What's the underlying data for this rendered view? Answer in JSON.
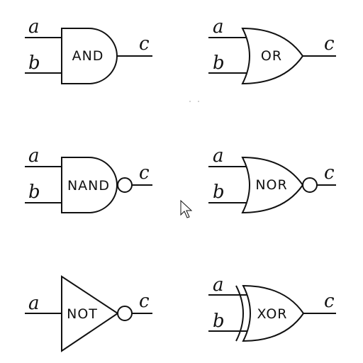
{
  "diagram": {
    "gates": [
      {
        "id": "and",
        "label": "AND",
        "inputs": [
          "a",
          "b"
        ],
        "output": "c"
      },
      {
        "id": "or",
        "label": "OR",
        "inputs": [
          "a",
          "b"
        ],
        "output": "c"
      },
      {
        "id": "nand",
        "label": "NAND",
        "inputs": [
          "a",
          "b"
        ],
        "output": "c"
      },
      {
        "id": "nor",
        "label": "NOR",
        "inputs": [
          "a",
          "b"
        ],
        "output": "c"
      },
      {
        "id": "not",
        "label": "NOT",
        "inputs": [
          "a"
        ],
        "output": "c"
      },
      {
        "id": "xor",
        "label": "XOR",
        "inputs": [
          "a",
          "b"
        ],
        "output": "c"
      }
    ]
  }
}
